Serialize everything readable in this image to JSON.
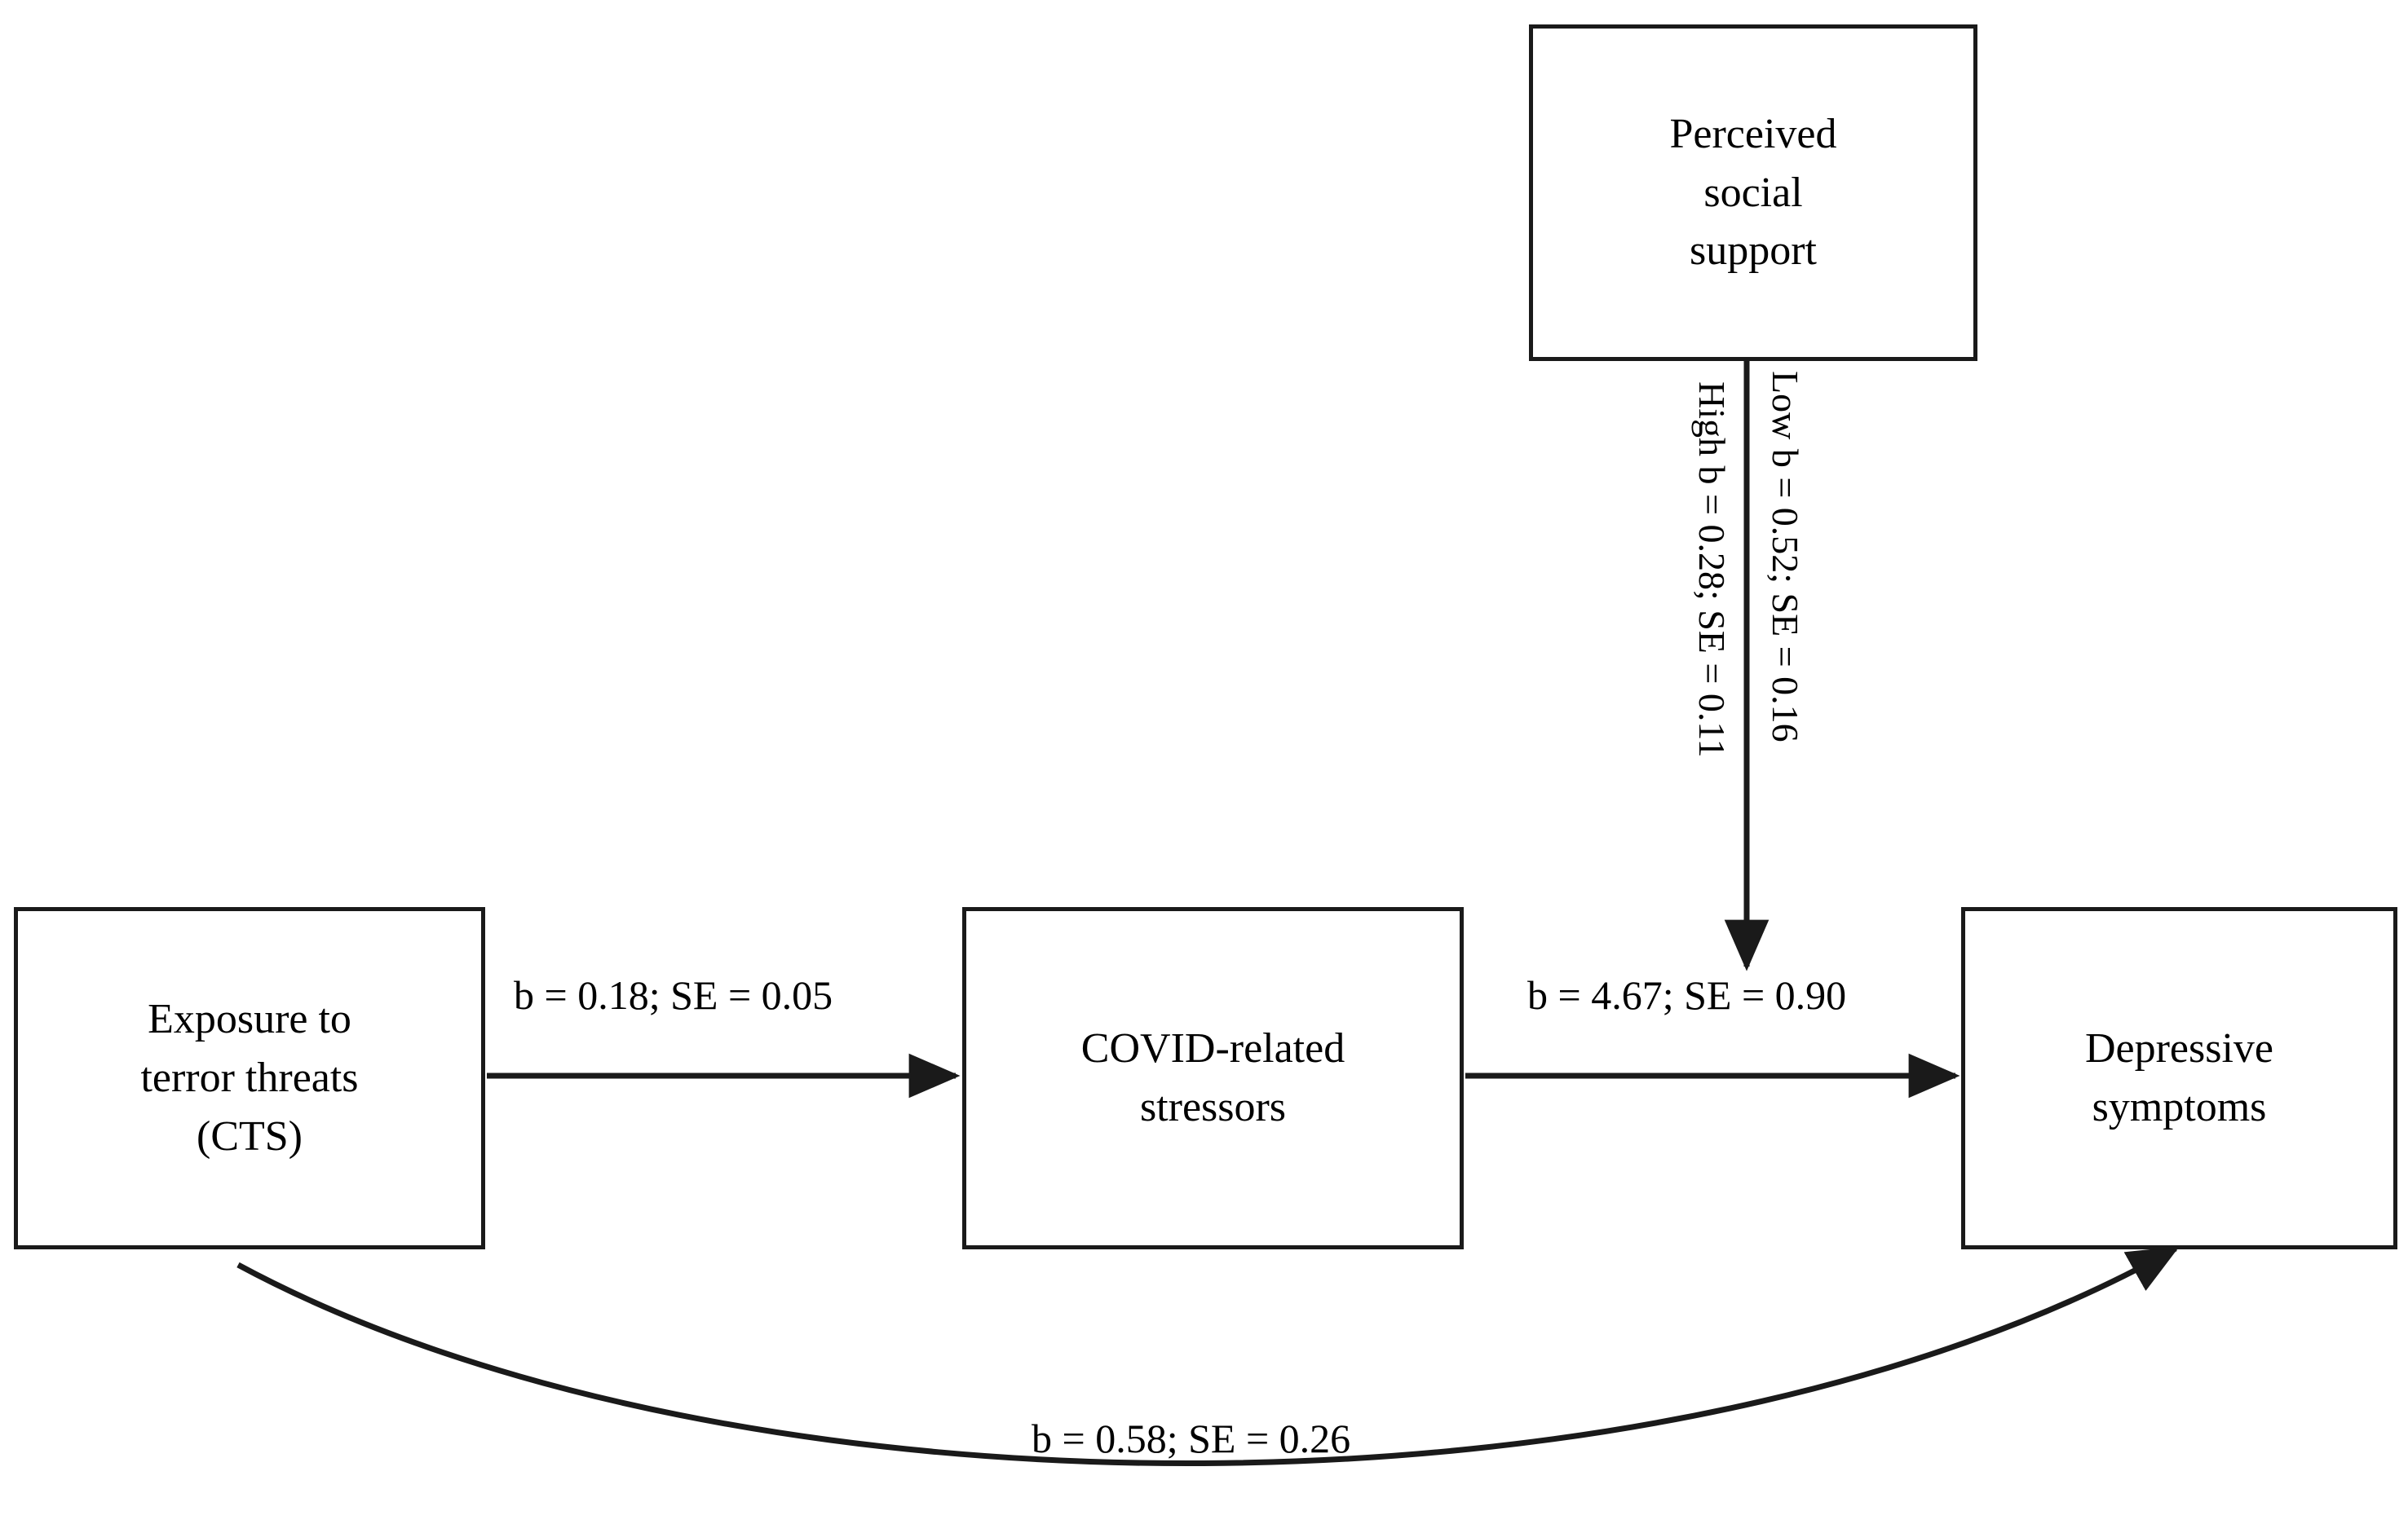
{
  "diagram": {
    "title_present": false,
    "type": "moderated-mediation-path-diagram",
    "nodes": [
      {
        "id": "predictor",
        "lines": [
          "Exposure to",
          "terror threats",
          "(CTS)"
        ]
      },
      {
        "id": "mediator",
        "lines": [
          "COVID-related",
          "stressors"
        ]
      },
      {
        "id": "outcome",
        "lines": [
          "Depressive",
          "symptoms"
        ]
      },
      {
        "id": "moderator",
        "lines": [
          "Perceived",
          "social",
          "support"
        ]
      }
    ],
    "paths": [
      {
        "id": "a-path",
        "from": "predictor",
        "to": "mediator",
        "label": "b = 0.18; SE = 0.05"
      },
      {
        "id": "b-path",
        "from": "mediator",
        "to": "outcome",
        "label": "b = 4.67; SE = 0.90"
      },
      {
        "id": "c-path",
        "from": "predictor",
        "to": "outcome",
        "label": "b = 0.58; SE = 0.26"
      },
      {
        "id": "moderation-high",
        "from": "moderator",
        "to": "b-path",
        "label": "High b = 0.28; SE = 0.11"
      },
      {
        "id": "moderation-low",
        "from": "moderator",
        "to": "b-path",
        "label": "Low b = 0.52; SE = 0.16"
      }
    ],
    "colors": {
      "stroke": "#1a1a1a",
      "text": "#000000",
      "background": "#ffffff"
    }
  }
}
